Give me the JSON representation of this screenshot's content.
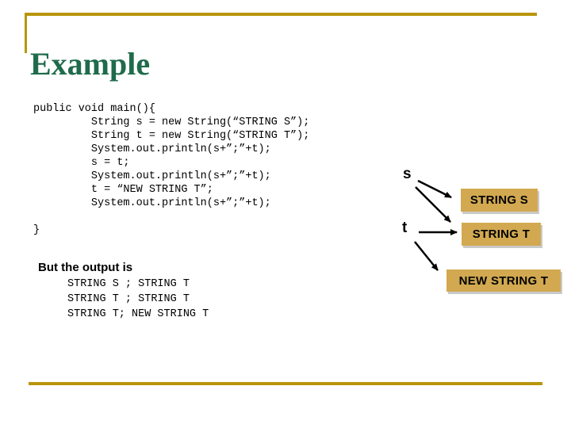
{
  "slide": {
    "title": "Example",
    "accent_gold": "#B8960B",
    "box_fill": "#D2A951",
    "title_color": "#1F6B4B"
  },
  "code": {
    "lines": [
      "public void main(){",
      "         String s = new String(“STRING S”);",
      "         String t = new String(“STRING T”);",
      "         System.out.println(s+”;”+t);",
      "         s = t;",
      "         System.out.println(s+”;”+t);",
      "         t = “NEW STRING T”;",
      "         System.out.println(s+”;”+t);",
      "",
      "}"
    ]
  },
  "diagram": {
    "pointer_s": "s",
    "pointer_t": "t",
    "boxes": [
      {
        "label": "STRING S"
      },
      {
        "label": "STRING T"
      },
      {
        "label": "NEW STRING T"
      }
    ],
    "arrows": [
      {
        "from": "s",
        "to": "STRING S"
      },
      {
        "from": "s",
        "to": "STRING T"
      },
      {
        "from": "t",
        "to": "STRING T"
      },
      {
        "from": "t",
        "to": "NEW STRING T"
      }
    ]
  },
  "output": {
    "heading": "But the output is",
    "lines": [
      "STRING S ; STRING T",
      "STRING T ; STRING T",
      "STRING T; NEW STRING T"
    ]
  }
}
